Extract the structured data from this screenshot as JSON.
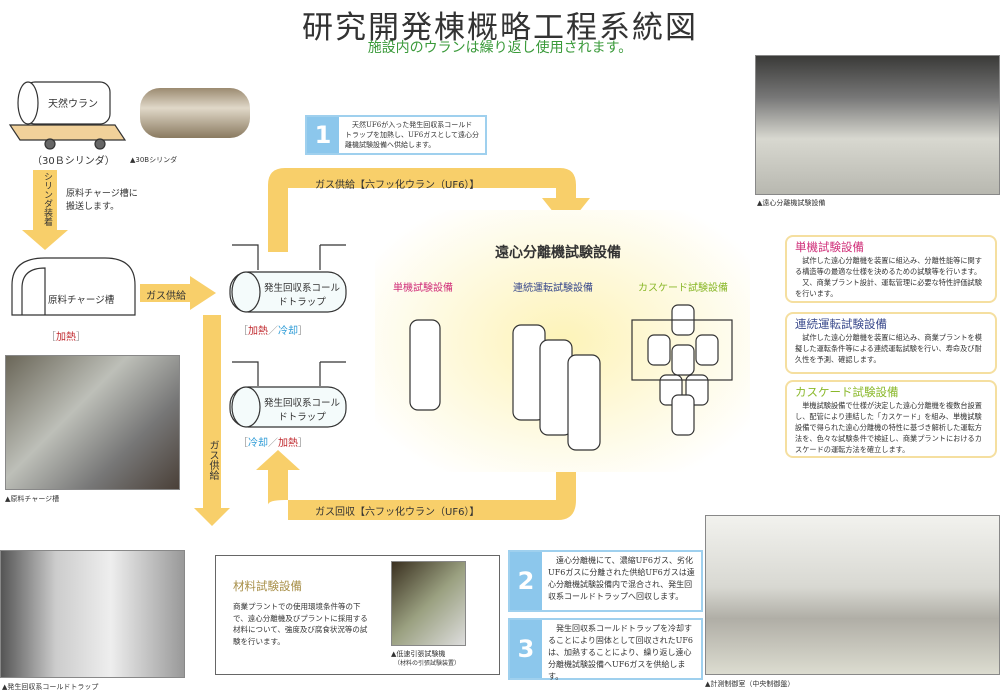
{
  "title": "研究開発棟概略工程系統図",
  "subtitle": "施設内のウランは繰り返し使用されます。",
  "cylinder": {
    "label": "天然ウラン",
    "caption": "（30Ｂシリンダ）",
    "photo_caption": "▲30Bシリンダ"
  },
  "cylinder_arrow": {
    "label": "シリンダ装着",
    "note": "原料チャージ槽に搬送します。"
  },
  "charge_tank": {
    "label": "原料チャージ槽",
    "heat": "加熱",
    "bracket_open": "［",
    "bracket_close": "］",
    "photo_caption": "▲原料チャージ槽"
  },
  "gas_supply_arrow": "ガス供給",
  "gas_supply_vertical": "ガス供給",
  "traps": [
    {
      "label": "発生回収系コールドトラップ",
      "mode1": "加熱",
      "sep": "／",
      "mode2": "冷却"
    },
    {
      "label": "発生回収系コールドトラップ",
      "mode1": "冷却",
      "sep": "／",
      "mode2": "加熱"
    }
  ],
  "trap_photo_caption": "▲発生回収系コールドトラップ",
  "loop_top": "ガス供給【六フッ化ウラン（UF6）】",
  "loop_bottom": "ガス回収【六フッ化ウラン（UF6）】",
  "facility": {
    "title": "遠心分離機試験設備",
    "units": [
      "単機試験設備",
      "連続運転試験設備",
      "カスケード試験設備"
    ]
  },
  "steps": [
    {
      "num": "1",
      "text": "天然UF6が入った発生回収系コールドトラップを加熱し、UF6ガスとして遠心分離機試験設備へ供給します。"
    },
    {
      "num": "2",
      "text": "遠心分離機にて、濃縮UF6ガス、劣化UF6ガスに分離された供給UF6ガスは遠心分離機試験設備内で混合され、発生回収系コールドトラップへ回収します。"
    },
    {
      "num": "3",
      "text": "発生回収系コールドトラップを冷却することにより固体として回収されたUF6は、加熱することにより、繰り返し遠心分離機試験設備へUF6ガスを供給します。"
    }
  ],
  "right_photo_caption": "▲遠心分離機試験設備",
  "descriptions": [
    {
      "title": "単機試験設備",
      "color": "#d0307a",
      "paras": [
        "試作した遠心分離機を装置に組込み、分離性能等に関する構造等の最適な仕様を決めるための試験等を行います。",
        "又、商業プラント設計、運転管理に必要な特性評価試験を行います。"
      ]
    },
    {
      "title": "連続運転試験設備",
      "color": "#3a4a8c",
      "paras": [
        "試作した遠心分離機を装置に組込み、商業プラントを模擬した運転条件等による連続運転試験を行い、寿命及び耐久性を予測、確認します。"
      ]
    },
    {
      "title": "カスケード試験設備",
      "color": "#8ab82a",
      "paras": [
        "単機試験設備で仕様が決定した遠心分離機を複数台設置し、配管により連結した「カスケード」を組み、単機試験設備で得られた遠心分離機の特性に基づき解析した運転方法を、色々な試験条件で検証し、商業プラントにおけるカスケードの運転方法を確立します。"
      ]
    }
  ],
  "material": {
    "title": "材料試験設備",
    "text": "商業プラントでの使用環境条件等の下で、遠心分離機及びプラントに採用する材料について、強度及び腐食状況等の試験を行います。",
    "photo_caption": "▲低速引張試験機",
    "photo_caption2": "（材料の引張試験装置）"
  },
  "control_caption": "▲計測制御室（中央制御盤）",
  "colors": {
    "arrow": "#f8cf6a",
    "step": "#8cc7ec",
    "facility_bg": "#fdf6c8"
  }
}
